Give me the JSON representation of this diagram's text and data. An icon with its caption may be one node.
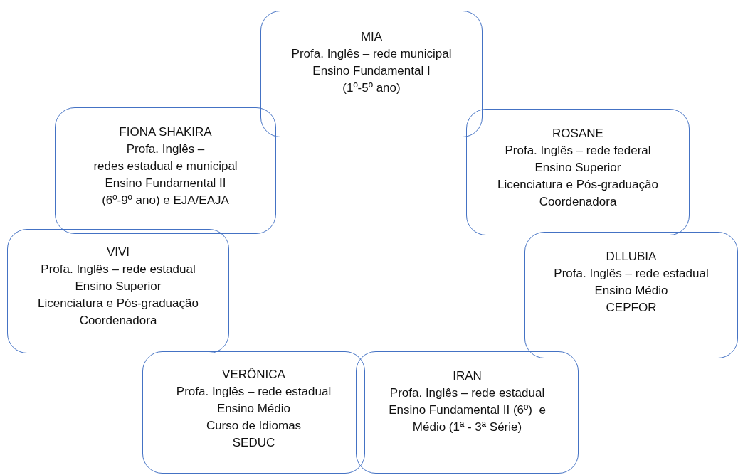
{
  "diagram": {
    "nodes": [
      {
        "text": [
          "MIA",
          "Profa. Inglês – rede municipal",
          "Ensino Fundamental I",
          "(1º-5º ano)"
        ]
      },
      {
        "text": [
          "FIONA SHAKIRA",
          "Profa. Inglês –",
          "redes estadual e municipal",
          "Ensino Fundamental II",
          "(6º-9º ano) e EJA/EAJA"
        ]
      },
      {
        "text": [
          "ROSANE",
          "Profa. Inglês – rede federal",
          "Ensino Superior",
          "Licenciatura e Pós-graduação",
          "Coordenadora"
        ]
      },
      {
        "text": [
          "VIVI",
          "Profa. Inglês – rede estadual",
          "Ensino Superior",
          "Licenciatura e Pós-graduação",
          "Coordenadora"
        ]
      },
      {
        "text": [
          "DLLUBIA",
          "Profa. Inglês – rede estadual",
          "Ensino Médio",
          "CEPFOR"
        ]
      },
      {
        "text": [
          "VERÔNICA",
          "Profa. Inglês – rede estadual",
          "Ensino Médio",
          "Curso de Idiomas",
          "SEDUC"
        ]
      },
      {
        "text": [
          "IRAN",
          "Profa. Inglês – rede estadual",
          "Ensino Fundamental II (6º)  e",
          "Médio (1ª - 3ª Série)"
        ]
      }
    ]
  }
}
